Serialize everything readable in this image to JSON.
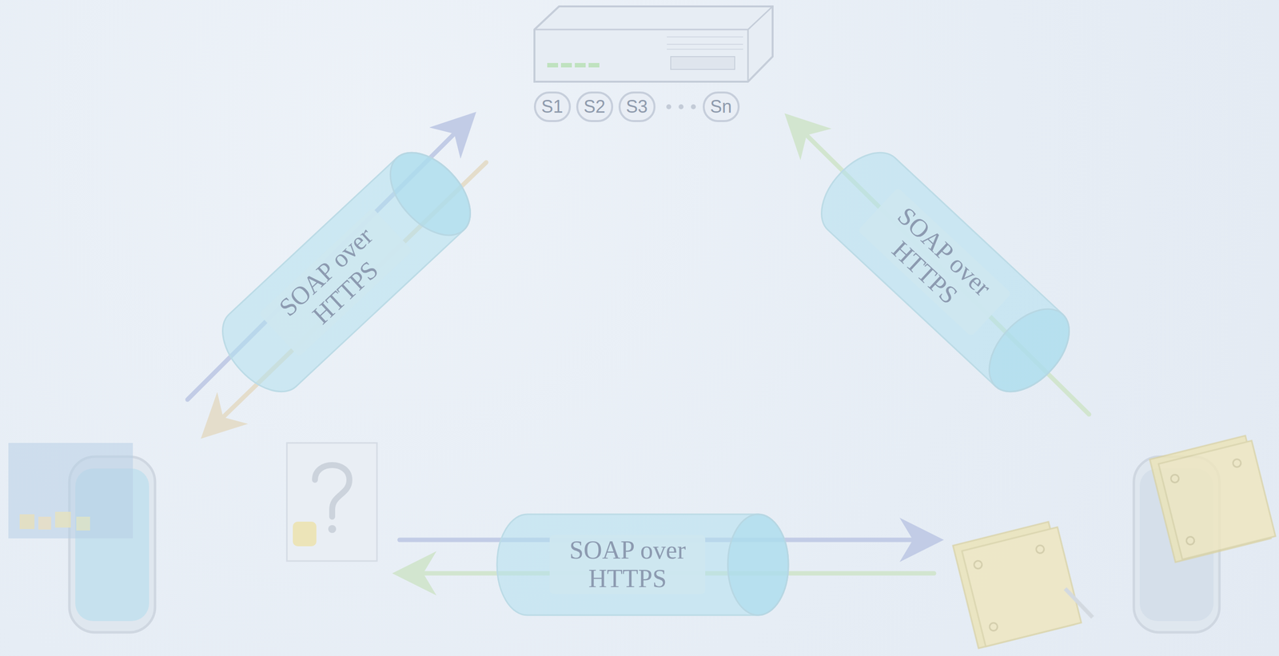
{
  "diagram": {
    "nodes": [
      {
        "text": [
          "S1"
        ]
      },
      {
        "text": [
          "S2"
        ]
      },
      {
        "text": [
          "S3"
        ]
      },
      {
        "text": [
          "Sn"
        ]
      },
      {
        "text": [
          "SOAP over HTTPS"
        ]
      },
      {
        "text": [
          "SOAP over HTTPS"
        ]
      },
      {
        "text": [
          "SOAP over HTTPS"
        ]
      }
    ]
  }
}
